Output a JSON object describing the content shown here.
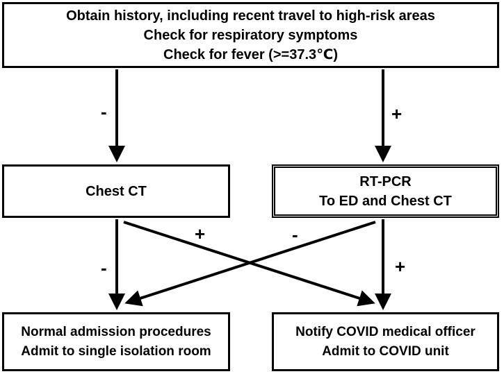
{
  "top_box": {
    "line1": "Obtain history, including recent travel to high-risk areas",
    "line2": "Check for respiratory symptoms",
    "line3": "Check for fever (>=37.3℃)"
  },
  "chest_ct_box": {
    "label": "Chest CT"
  },
  "rtpcr_box": {
    "line1": "RT-PCR",
    "line2": "To ED and Chest CT"
  },
  "normal_box": {
    "line1": "Normal admission procedures",
    "line2": "Admit to single isolation room"
  },
  "notify_box": {
    "line1": "Notify COVID medical officer",
    "line2": "Admit to COVID unit"
  },
  "signs": {
    "top_negative": "-",
    "top_positive": "+",
    "ct_positive": "+",
    "rtpcr_negative": "-",
    "ct_negative": "-",
    "rtpcr_positive": "+"
  },
  "colors": {
    "stroke": "#000000",
    "background": "#ffffff"
  }
}
